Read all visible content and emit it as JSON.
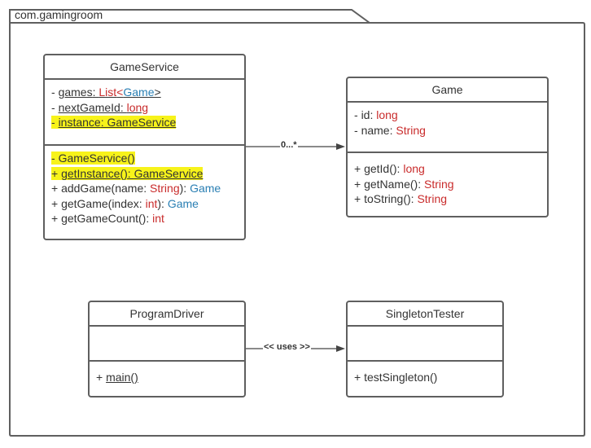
{
  "package": {
    "name": "com.gamingroom"
  },
  "classes": {
    "gameservice": {
      "name": "GameService",
      "attributes": [
        {
          "vis": "-",
          "name": "games",
          "sep": ": ",
          "type": "List",
          "lt": "<",
          "generic": "Game",
          "gt": ">"
        },
        {
          "vis": "-",
          "name": "nextGameId",
          "sep": ": ",
          "type": "long"
        },
        {
          "vis": "-",
          "name": "instance",
          "sep": ": ",
          "type": "GameService"
        }
      ],
      "methods": [
        {
          "vis": "-",
          "text": "GameService()"
        },
        {
          "vis": "+",
          "name": "getInstance()",
          "sep": ": ",
          "type": "GameService"
        },
        {
          "vis": "+",
          "prefix": "addGame(name: ",
          "param": "String",
          "suffix": "): ",
          "type": "Game"
        },
        {
          "vis": "+",
          "prefix": "getGame(index: ",
          "param": "int",
          "suffix": "): ",
          "type": "Game"
        },
        {
          "vis": "+",
          "prefix": "getGameCount(): ",
          "type": "int"
        }
      ]
    },
    "game": {
      "name": "Game",
      "attributes": [
        {
          "vis": "-",
          "prefix": "id: ",
          "type": "long"
        },
        {
          "vis": "-",
          "prefix": "name: ",
          "type": "String"
        }
      ],
      "methods": [
        {
          "vis": "+",
          "prefix": "getId(): ",
          "type": "long"
        },
        {
          "vis": "+",
          "prefix": "getName(): ",
          "type": "String"
        },
        {
          "vis": "+",
          "prefix": "toString(): ",
          "type": "String"
        }
      ]
    },
    "programdriver": {
      "name": "ProgramDriver",
      "methods": [
        {
          "vis": "+",
          "name": "main()"
        }
      ]
    },
    "singletontester": {
      "name": "SingletonTester",
      "methods": [
        {
          "vis": "+",
          "text": "testSingleton()"
        }
      ]
    }
  },
  "relations": {
    "aggregation": {
      "label": "0...*"
    },
    "uses": {
      "label": "<< uses >>"
    }
  }
}
